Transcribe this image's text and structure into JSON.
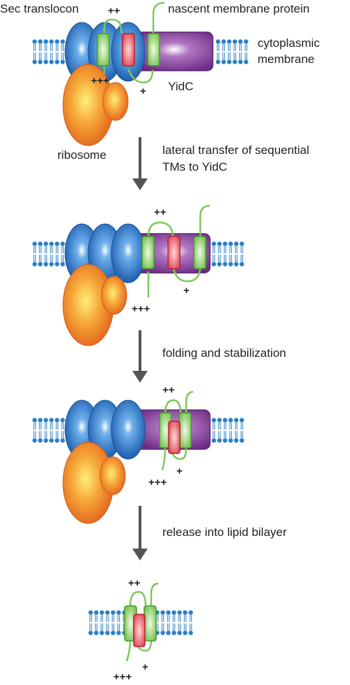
{
  "labels": {
    "sec_translocon": "Sec translocon",
    "nascent_protein": "nascent membrane protein",
    "cytoplasmic_1": "cytoplasmic",
    "cytoplasmic_2": "membrane",
    "yidc": "YidC",
    "ribosome": "ribosome"
  },
  "steps": {
    "step1_line1": "lateral transfer of sequential",
    "step1_line2": "TMs to YidC",
    "step2": "folding and stabilization",
    "step3": "release into lipid bilayer"
  },
  "charges": {
    "p1_top": "++",
    "p1_bottom": "+++",
    "p1_plus": "+",
    "p2_top": "++",
    "p2_bottom": "+++",
    "p2_plus": "+",
    "p3_top": "++",
    "p3_bottom": "+++",
    "p3_plus": "+",
    "p4_top": "++",
    "p4_bottom": "+++",
    "p4_plus": "+"
  },
  "colors": {
    "lipid_head": "#2a7fc4",
    "translocon": "#2f6fc0",
    "ribosome": "#e8771f",
    "yidc": "#7b3a8f",
    "tm_green": "#7dc85a",
    "tm_red": "#e0485a",
    "arrow": "#555555"
  }
}
